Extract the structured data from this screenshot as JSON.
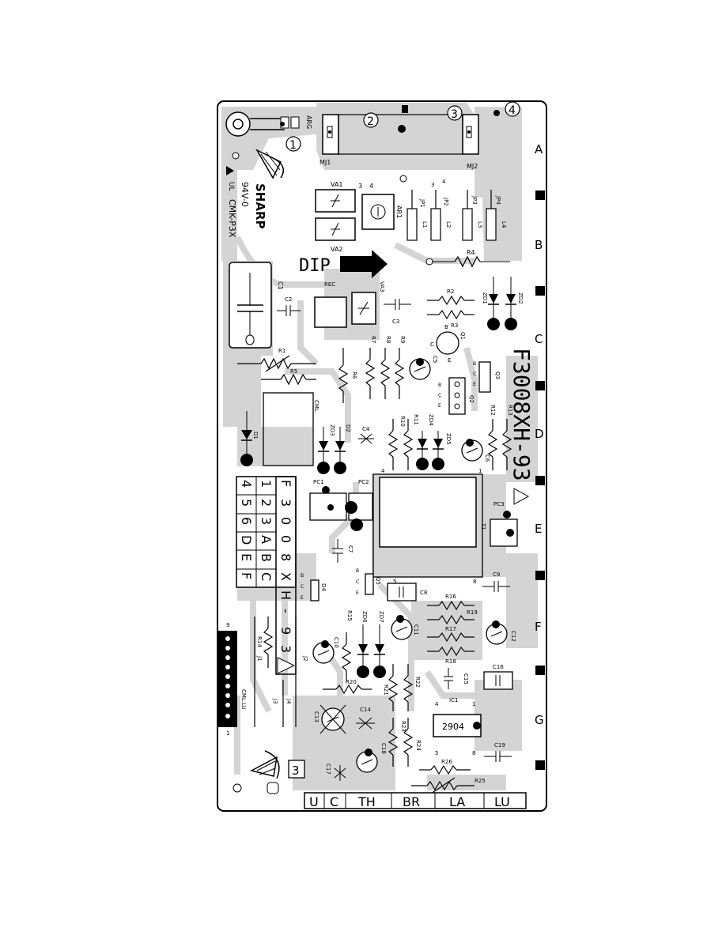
{
  "board": {
    "part_number": "F3008XH-93",
    "maker": "SHARP",
    "rating": "94V-0",
    "ul_mark": "UL",
    "model": "CMK-P3X",
    "dip_label": "DIP",
    "rec_label": "REC",
    "screw_number": "3"
  },
  "row_markers": [
    "A",
    "B",
    "C",
    "D",
    "E",
    "F",
    "G"
  ],
  "circled_numbers": [
    "1",
    "2",
    "3",
    "4"
  ],
  "connector_labels": [
    "U",
    "C",
    "TH",
    "BR",
    "LA",
    "LU"
  ],
  "code_table": {
    "rows": [
      [
        "4",
        "1",
        "F"
      ],
      [
        "5",
        "2",
        "3"
      ],
      [
        "6",
        "3",
        "0"
      ],
      [
        "D",
        "A",
        "0"
      ],
      [
        "E",
        "B",
        "8"
      ],
      [
        "F",
        "C",
        "X"
      ]
    ],
    "tail": [
      "H",
      "-",
      "9",
      "3"
    ]
  },
  "ic_label": "2904",
  "ic_pins": {
    "p4": "4",
    "p1": "1",
    "p5": "5",
    "p8": "8"
  },
  "components": {
    "arg": "ARG",
    "mj1": "MJ1",
    "mj2": "MJ2",
    "va1": "VA1",
    "va2": "VA2",
    "va3": "VA3",
    "ar1": "AR1",
    "jp1": "JP1",
    "jp2": "JP2",
    "jp3": "JP3",
    "jp4": "JP4",
    "l1": "L1",
    "l2": "L2",
    "l3": "L3",
    "l4": "L4",
    "r1": "R1",
    "r2": "R2",
    "r3": "R3",
    "r4": "R4",
    "r5": "R5",
    "r6": "R6",
    "r7": "R7",
    "r8": "R8",
    "r9": "R9",
    "r10": "R10",
    "r11": "R11",
    "r12": "R12",
    "r13": "R13",
    "r14": "R14",
    "r15": "R15",
    "r16": "R16",
    "r17": "R17",
    "r18": "R18",
    "r19": "R19",
    "r20": "R20",
    "r21": "R21",
    "r22": "R22",
    "r23": "R23",
    "r24": "R24",
    "r25": "R25",
    "r26": "R26",
    "c1": "C1",
    "c2": "C2",
    "c3": "C3",
    "c4": "C4",
    "c5": "C5",
    "c6": "C6",
    "c7": "C7",
    "c8": "C8",
    "c9": "C9",
    "c10": "C10",
    "c11": "C11",
    "c12": "C12",
    "c13": "C13",
    "c14": "C14",
    "c15": "C15",
    "c16": "C16",
    "c17": "C17",
    "c18": "C18",
    "c19": "C19",
    "zd1": "ZD1",
    "zd2": "ZD2",
    "zd3": "ZD3",
    "zd4": "ZD4",
    "zd5": "ZD5",
    "zd6": "ZD6",
    "zd7": "ZD7",
    "d1": "D1",
    "d2": "D2",
    "d4": "D4",
    "q1": "Q1",
    "q2": "Q2",
    "q3": "Q3",
    "q5": "Q5",
    "pc1": "PC1",
    "pc2": "PC2",
    "pc3": "PC3",
    "t1": "T1",
    "ic1": "IC1",
    "cml": "CML",
    "cml_lu": "CML.LU",
    "j1": "J1",
    "j2": "J2",
    "j3": "J3",
    "j4": "J4"
  },
  "pin_labels": {
    "b": "B",
    "c": "C",
    "e": "E",
    "three": "3",
    "four": "4",
    "one": "1",
    "nine": "9",
    "five": "5",
    "eight": "8"
  },
  "colors": {
    "copper": "#d4d4d4",
    "ink": "#000000",
    "board_bg": "#ffffff"
  }
}
